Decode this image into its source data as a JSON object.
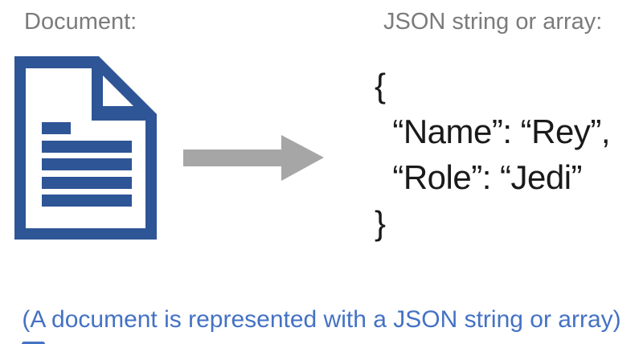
{
  "headings": {
    "left_label": "Document:",
    "right_label": "JSON string or array:"
  },
  "json_block": {
    "code": "{\n  “Name”: “Rey”,\n  “Role”: “Jedi”\n}"
  },
  "caption": {
    "text": "(A document is represented with a JSON string or array)"
  },
  "icons": {
    "document_icon": "document-with-folded-corner-and-text-lines",
    "arrow_icon": "right-arrow"
  },
  "colors": {
    "document_blue": "#2e5596",
    "arrow_gray": "#a6a6a6",
    "heading_gray": "#7b7b7b",
    "caption_blue": "#4472c4",
    "code_text": "#1a1a1a"
  }
}
